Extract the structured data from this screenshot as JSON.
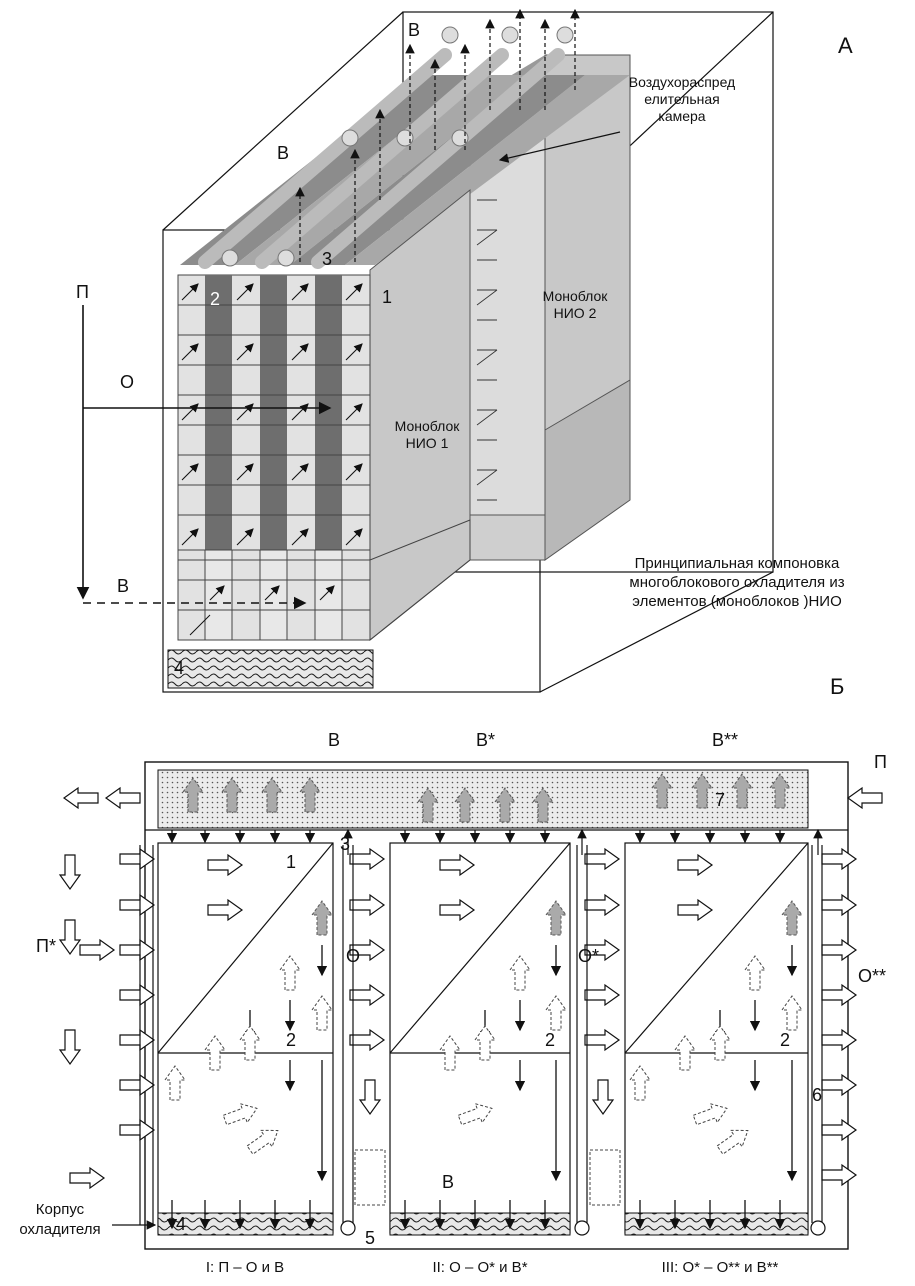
{
  "panel_a": {
    "letter": "А",
    "air_chamber_line1": "Воздухораспред",
    "air_chamber_line2": "елительная",
    "air_chamber_line3": "камера",
    "monoblock2_line1": "Моноблок",
    "monoblock2_line2": "НИО 2",
    "monoblock1_line1": "Моноблок",
    "monoblock1_line2": "НИО 1",
    "flow_P": "П",
    "flow_O": "О",
    "flow_V": "В",
    "outlet_V_back": "В",
    "outlet_V_front": "В",
    "num_1": "1",
    "num_2": "2",
    "num_3": "3",
    "num_4": "4",
    "caption_line1": "Принципиальная компоновка",
    "caption_line2": "многоблокового охладителя из",
    "caption_line3": "элементов (моноблоков )НИО"
  },
  "panel_b": {
    "letter": "Б",
    "top_V": "В",
    "top_V1": "В*",
    "top_V2": "В**",
    "inlet_P": "П",
    "mid_P1": "П*",
    "out_O": "О",
    "out_O1": "О*",
    "out_O2": "О**",
    "num_1": "1",
    "num_2a": "2",
    "num_2b": "2",
    "num_2c": "2",
    "num_3": "3",
    "num_4": "4",
    "num_5": "5",
    "num_6": "6",
    "num_7": "7",
    "mid_V": "В",
    "housing_line1": "Корпус",
    "housing_line2": "охладителя",
    "stage1": "I: П – О и В",
    "stage2": "II: О – О* и В*",
    "stage3": "III: О* – О** и В**"
  }
}
